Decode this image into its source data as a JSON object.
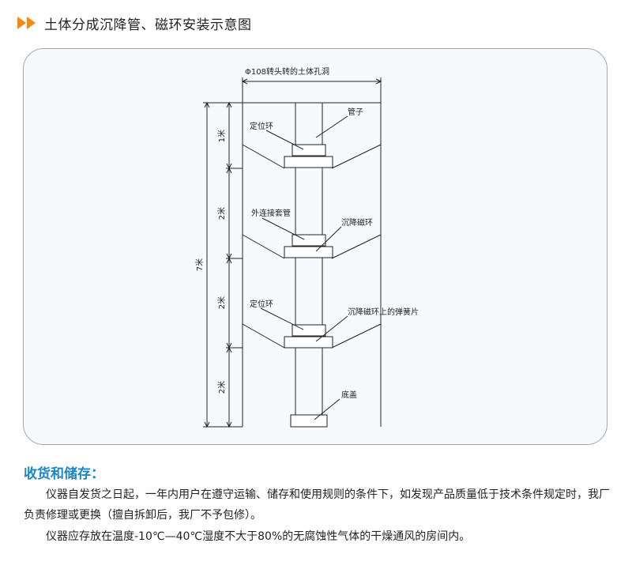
{
  "header": {
    "title": "土体分成沉降管、磁环安装示意图",
    "accent_color": "#f08a1c",
    "icon": "double-triangle-arrow-icon"
  },
  "diagram": {
    "labels": {
      "hole": "Φ108转头转的土体孔洞",
      "pipe": "管子",
      "locating_ring_1": "定位环",
      "outer_sleeve": "外连接套管",
      "settlement_ring": "沉降磁环",
      "locating_ring_2": "定位环",
      "spring": "沉降磁环上的弹簧片",
      "bottom_cap": "底盖",
      "seg_1m": "1米",
      "seg_2m_a": "2米",
      "seg_2m_b": "2米",
      "seg_2m_c": "2米",
      "total_7m": "7米"
    }
  },
  "section": {
    "title": "收货和储存：",
    "title_color": "#1a86c8",
    "paragraph_1": "仪器自发货之日起，一年内用户在遵守运输、储存和使用规则的条件下，如发现产品质量低于技术条件规定时，我厂负责修理或更换（擅自拆卸后，我厂不予包修）。",
    "paragraph_2": "仪器应存放在温度-10℃—40℃湿度不大于80%的无腐蚀性气体的干燥通风的房间内。"
  }
}
